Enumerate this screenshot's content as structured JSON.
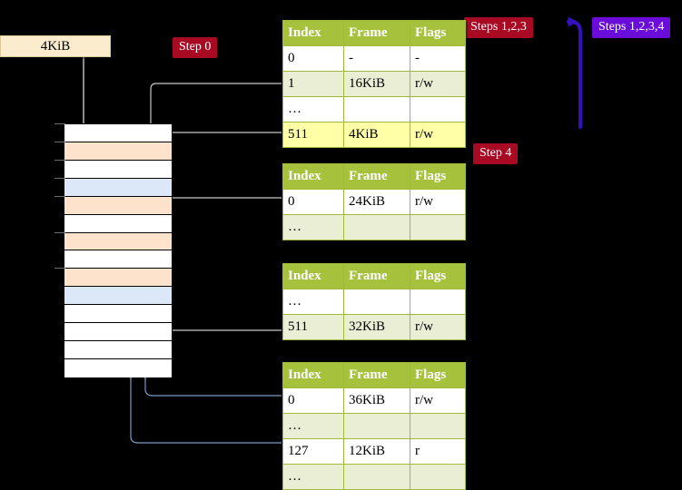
{
  "diagram": {
    "title_hidden": "",
    "size_box": {
      "label": "4KiB"
    },
    "badges": [
      {
        "id": "step0",
        "text": "Step 0",
        "color": "#a80a24",
        "style": "red"
      },
      {
        "id": "steps123",
        "text": "Steps 1,2,3",
        "color": "#a80a24",
        "style": "red"
      },
      {
        "id": "steps1234",
        "text": "Steps 1,2,3,4",
        "color": "#6a0ddb",
        "style": "blue"
      },
      {
        "id": "step4",
        "text": "Step 4",
        "color": "#a80a24",
        "style": "red"
      }
    ],
    "columns": [
      "Index",
      "Frame",
      "Flags"
    ],
    "tables": [
      {
        "id": "pml4",
        "rows": [
          {
            "cells": [
              "0",
              "-",
              "-"
            ],
            "shade": "plain",
            "highlight": false
          },
          {
            "cells": [
              "1",
              "16KiB",
              "r/w"
            ],
            "shade": "alt",
            "highlight": false
          },
          {
            "cells": [
              "…",
              "",
              ""
            ],
            "shade": "plain",
            "highlight": false
          },
          {
            "cells": [
              "511",
              "4KiB",
              "r/w"
            ],
            "shade": "alt",
            "highlight": true
          }
        ]
      },
      {
        "id": "pdpt",
        "rows": [
          {
            "cells": [
              "0",
              "24KiB",
              "r/w"
            ],
            "shade": "plain",
            "highlight": false
          },
          {
            "cells": [
              "…",
              "",
              ""
            ],
            "shade": "alt",
            "highlight": false
          }
        ]
      },
      {
        "id": "pd",
        "rows": [
          {
            "cells": [
              "…",
              "",
              ""
            ],
            "shade": "plain",
            "highlight": false
          },
          {
            "cells": [
              "511",
              "32KiB",
              "r/w"
            ],
            "shade": "alt",
            "highlight": false
          }
        ]
      },
      {
        "id": "pt",
        "rows": [
          {
            "cells": [
              "0",
              "36KiB",
              "r/w"
            ],
            "shade": "plain",
            "highlight": false
          },
          {
            "cells": [
              "…",
              "",
              ""
            ],
            "shade": "alt",
            "highlight": false
          },
          {
            "cells": [
              "127",
              "12KiB",
              "r"
            ],
            "shade": "plain",
            "highlight": false
          },
          {
            "cells": [
              "…",
              "",
              ""
            ],
            "shade": "alt",
            "highlight": false
          }
        ]
      }
    ],
    "memory": {
      "rows": [
        {
          "fill": "white"
        },
        {
          "fill": "orange"
        },
        {
          "fill": "white"
        },
        {
          "fill": "blue"
        },
        {
          "fill": "orange"
        },
        {
          "fill": "white"
        },
        {
          "fill": "orange"
        },
        {
          "fill": "white"
        },
        {
          "fill": "orange"
        },
        {
          "fill": "blue"
        },
        {
          "fill": "white"
        },
        {
          "fill": "white"
        },
        {
          "fill": "white"
        },
        {
          "fill": "white"
        }
      ]
    },
    "colors": {
      "header_green": "#a6c13c",
      "row_alt": "#e9eed4",
      "highlight_yellow": "#ffffa8",
      "mem_orange": "#fde3cc",
      "mem_blue": "#dce8f7",
      "wire_gray": "#c8c8c8",
      "wire_blue": "#7a9dc4",
      "arrow_purple": "#3311bb",
      "size_box_bg": "#faeccd"
    }
  }
}
